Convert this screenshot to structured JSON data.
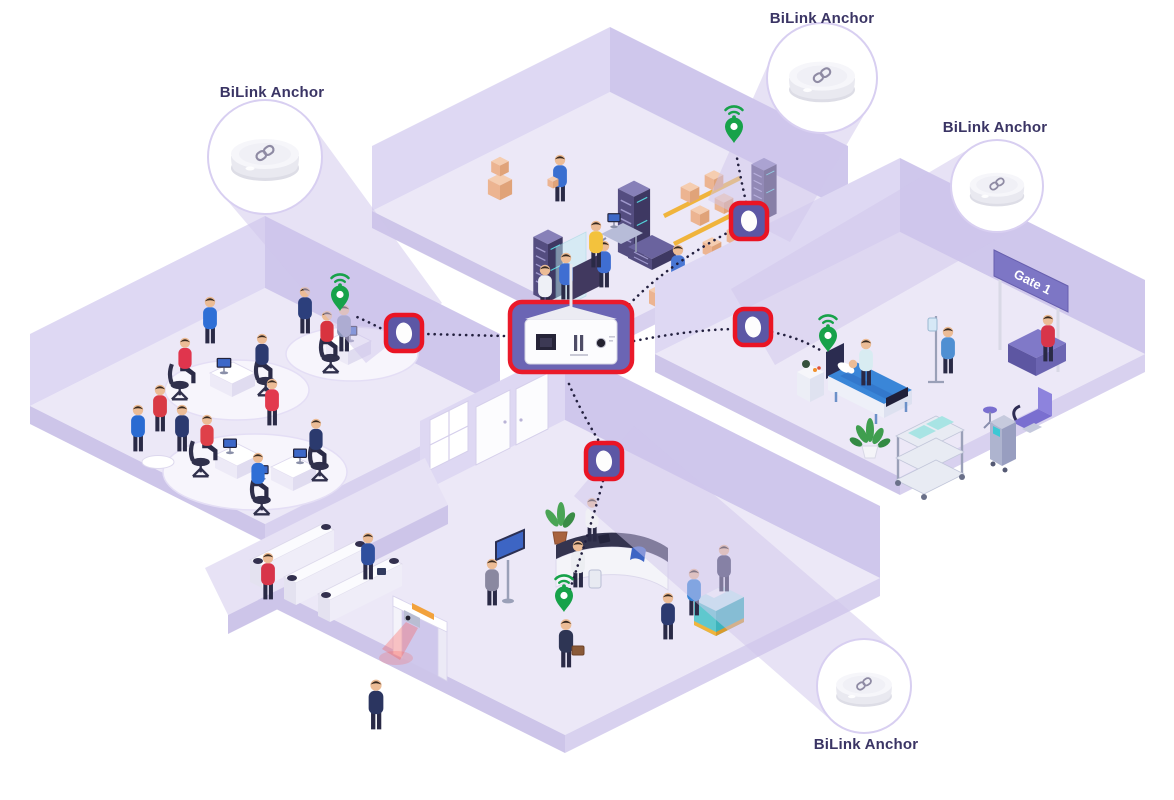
{
  "diagram": {
    "callouts": [
      {
        "position": "top-left",
        "label": "BiLink Anchor"
      },
      {
        "position": "top",
        "label": "BiLink Anchor"
      },
      {
        "position": "right",
        "label": "BiLink Anchor"
      },
      {
        "position": "bottom-right",
        "label": "BiLink Anchor"
      }
    ],
    "gate_sign_text": "Gate 1",
    "colors": {
      "anchor_body_purple": "#5c57a5",
      "highlight_red": "#ea1424",
      "tracking_pin_green": "#17a24a",
      "label_text": "#3a3464",
      "wall_lavender": "#ded8f3",
      "floor_lavender": "#ece8f7"
    },
    "icons": {
      "anchor_top_glyph": "chain-link-icon",
      "tag_marker": "location-pin-icon",
      "tag_signal": "signal-waves-icon"
    }
  }
}
